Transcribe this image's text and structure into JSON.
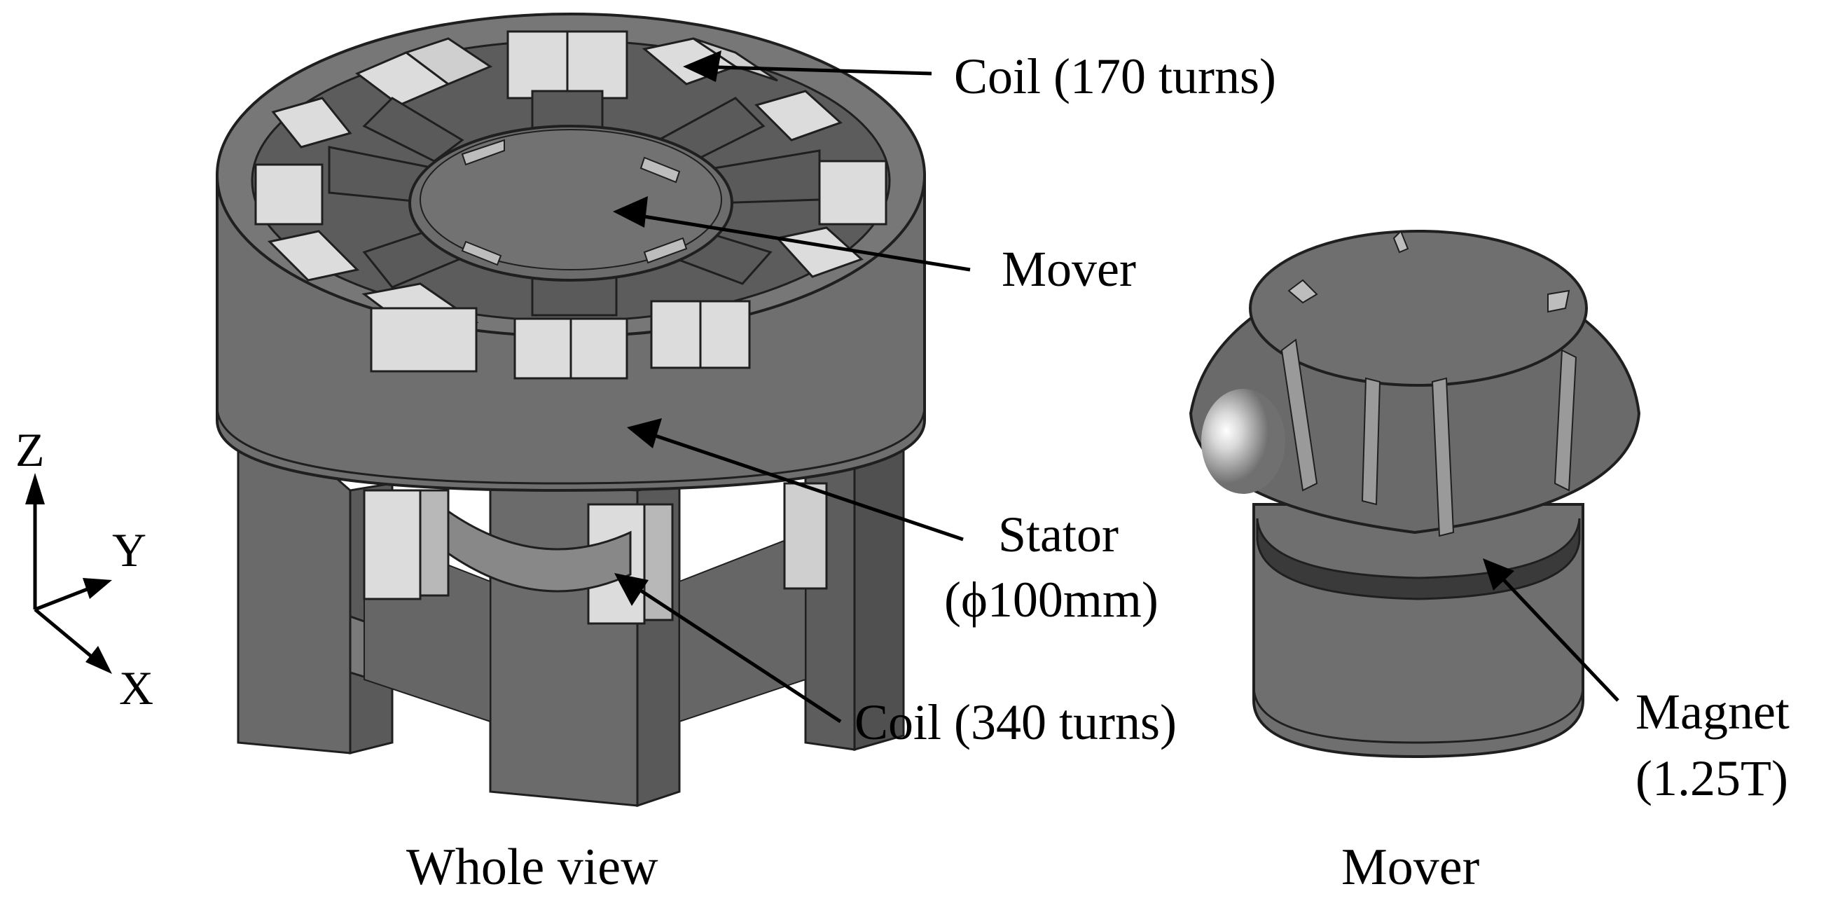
{
  "labels": {
    "coil_170": "Coil (170 turns)",
    "mover": "Mover",
    "stator_line1": "Stator",
    "stator_line2": "(ϕ100mm)",
    "coil_340": "Coil (340 turns)",
    "magnet_line1": "Magnet",
    "magnet_line2": "(1.25T)"
  },
  "axes": {
    "z": "Z",
    "y": "Y",
    "x": "X"
  },
  "captions": {
    "whole_view": "Whole view",
    "mover_view": "Mover"
  },
  "colors": {
    "body": "#6f6f6f",
    "body_dark": "#555555",
    "body_light": "#8a8a8a",
    "coil": "#dcdcdc",
    "coil_side": "#b8b8b8",
    "magnet": "#3a3a3a",
    "outline": "#1f1f1f",
    "text": "#000000"
  }
}
